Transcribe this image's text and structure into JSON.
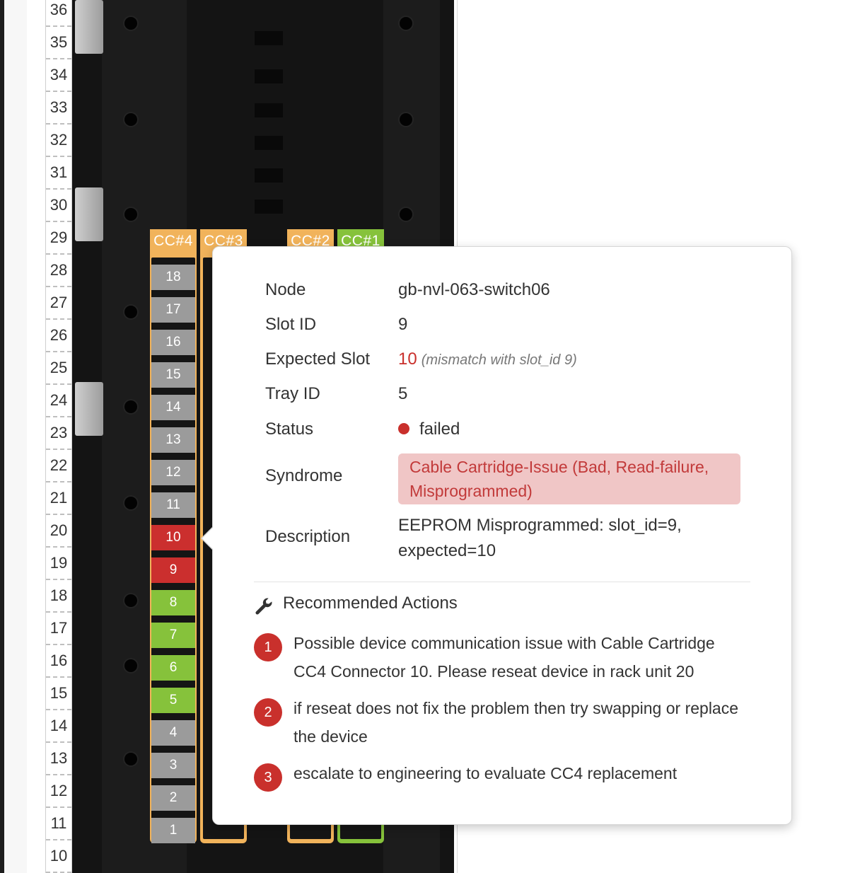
{
  "rack_units": [
    "36",
    "35",
    "34",
    "33",
    "32",
    "31",
    "30",
    "29",
    "28",
    "27",
    "26",
    "25",
    "24",
    "23",
    "22",
    "21",
    "20",
    "19",
    "18",
    "17",
    "16",
    "15",
    "14",
    "13",
    "12",
    "11",
    "10"
  ],
  "cable_cartridges": [
    {
      "label": "CC#4",
      "color": "orange",
      "slots": [
        {
          "num": "18",
          "state": "gray"
        },
        {
          "num": "17",
          "state": "gray"
        },
        {
          "num": "16",
          "state": "gray"
        },
        {
          "num": "15",
          "state": "gray"
        },
        {
          "num": "14",
          "state": "gray"
        },
        {
          "num": "13",
          "state": "gray"
        },
        {
          "num": "12",
          "state": "gray"
        },
        {
          "num": "11",
          "state": "gray"
        },
        {
          "num": "10",
          "state": "red"
        },
        {
          "num": "9",
          "state": "red"
        },
        {
          "num": "8",
          "state": "green"
        },
        {
          "num": "7",
          "state": "green"
        },
        {
          "num": "6",
          "state": "green"
        },
        {
          "num": "5",
          "state": "green"
        },
        {
          "num": "4",
          "state": "gray"
        },
        {
          "num": "3",
          "state": "gray"
        },
        {
          "num": "2",
          "state": "gray"
        },
        {
          "num": "1",
          "state": "gray"
        }
      ]
    },
    {
      "label": "CC#3",
      "color": "orange"
    },
    {
      "label": "CC#2",
      "color": "orange"
    },
    {
      "label": "CC#1",
      "color": "green"
    }
  ],
  "colors": {
    "orange": "#f1b35b",
    "green": "#86c23b",
    "red": "#cb2f2e",
    "gray": "#9b9b9b",
    "accent_red": "#c9302c"
  },
  "popover": {
    "labels": {
      "node": "Node",
      "slot_id": "Slot ID",
      "expected_slot": "Expected Slot",
      "tray_id": "Tray ID",
      "status": "Status",
      "syndrome": "Syndrome",
      "description": "Description"
    },
    "node": "gb-nvl-063-switch06",
    "slot_id": "9",
    "expected_slot": "10",
    "expected_note": "(mismatch with slot_id 9)",
    "tray_id": "5",
    "status": "failed",
    "syndrome": "Cable Cartridge-Issue (Bad, Read-failure, Misprogrammed)",
    "description": "EEPROM Misprogrammed: slot_id=9, expected=10",
    "actions_title": "Recommended Actions",
    "actions_icon": "wrench-icon",
    "actions": [
      {
        "num": "1",
        "text": "Possible device communication issue with Cable Cartridge CC4 Connector 10. Please reseat device in rack unit 20"
      },
      {
        "num": "2",
        "text": "if reseat does not fix the problem then try swapping or replace the device"
      },
      {
        "num": "3",
        "text": "escalate to engineering to evaluate CC4 replacement"
      }
    ]
  }
}
